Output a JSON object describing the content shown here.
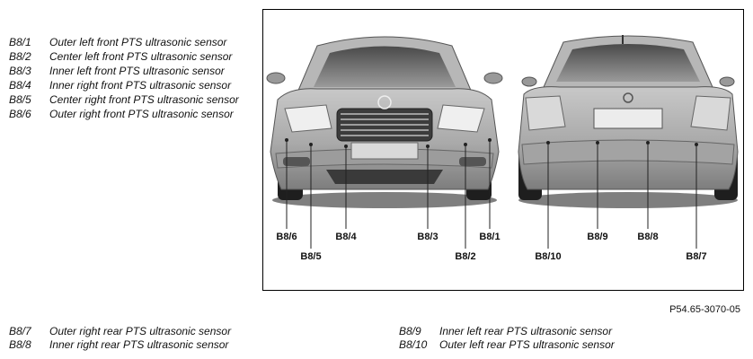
{
  "legend_top": [
    {
      "code": "B8/1",
      "desc": "Outer left front PTS ultrasonic sensor"
    },
    {
      "code": "B8/2",
      "desc": "Center left front PTS ultrasonic sensor"
    },
    {
      "code": "B8/3",
      "desc": "Inner left front PTS ultrasonic sensor"
    },
    {
      "code": "B8/4",
      "desc": "Inner right front PTS ultrasonic sensor"
    },
    {
      "code": "B8/5",
      "desc": "Center right front PTS ultrasonic sensor"
    },
    {
      "code": "B8/6",
      "desc": "Outer right front PTS ultrasonic sensor"
    }
  ],
  "legend_bottom_left": [
    {
      "code": "B8/7",
      "desc": "Outer right rear PTS ultrasonic sensor"
    },
    {
      "code": "B8/8",
      "desc": "Inner right rear PTS ultrasonic sensor"
    }
  ],
  "legend_bottom_right": [
    {
      "code": "B8/9",
      "desc": "Inner left rear PTS ultrasonic sensor"
    },
    {
      "code": "B8/10",
      "desc": "Outer left rear PTS ultrasonic sensor"
    }
  ],
  "figure": {
    "front_labels": [
      "B8/6",
      "B8/5",
      "B8/4",
      "B8/3",
      "B8/2",
      "B8/1"
    ],
    "rear_labels": [
      "B8/10",
      "B8/9",
      "B8/8",
      "B8/7"
    ],
    "figure_ref": "P54.65-3070-05"
  }
}
